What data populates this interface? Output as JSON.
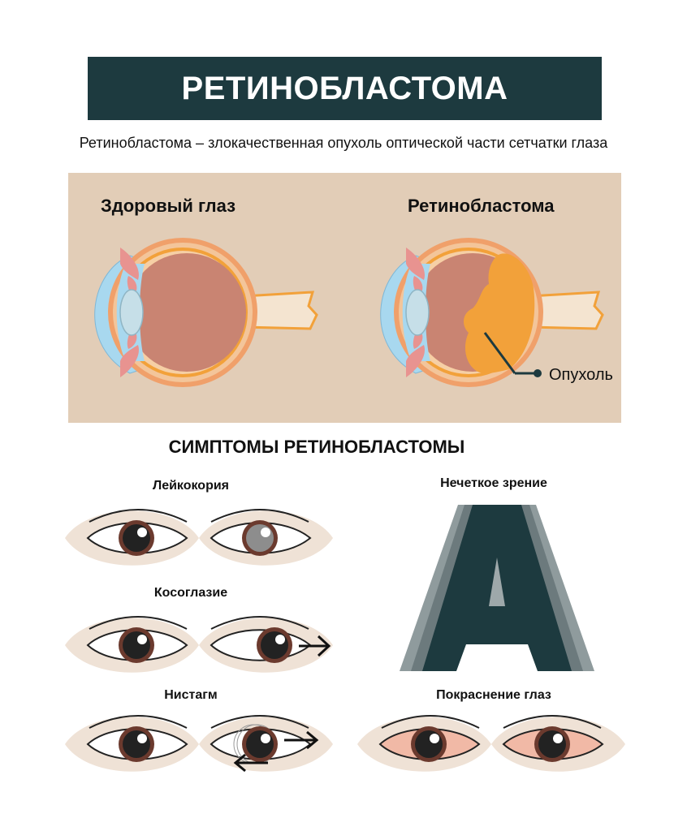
{
  "title": "РЕТИНОБЛАСТОМА",
  "subtitle": "Ретинобластома  – злокачественная опухоль оптической части сетчатки глаза",
  "comparison": {
    "healthy_label": "Здоровый глаз",
    "disease_label": "Ретинобластома",
    "tumor_label": "Опухоль"
  },
  "symptoms": {
    "title": "СИМПТОМЫ РЕТИНОБЛАСТОМЫ",
    "leukocoria": "Лейкокория",
    "strabismus": "Косоглазие",
    "nystagmus": "Нистагм",
    "blurred_vision": "Нечеткое зрение",
    "red_eyes": "Покраснение глаз"
  },
  "colors": {
    "title_bg": "#1d3a3f",
    "panel_bg": "#e2cdb7",
    "sclera_band": "#f0a06a",
    "retina_orange": "#f2a13a",
    "vitreous": "#c98472",
    "cornea_blue": "#a8d8ef",
    "tumor": "#f2a13a",
    "eye_shape_bg": "#efe2d6",
    "iris": "#6b3a2e"
  }
}
